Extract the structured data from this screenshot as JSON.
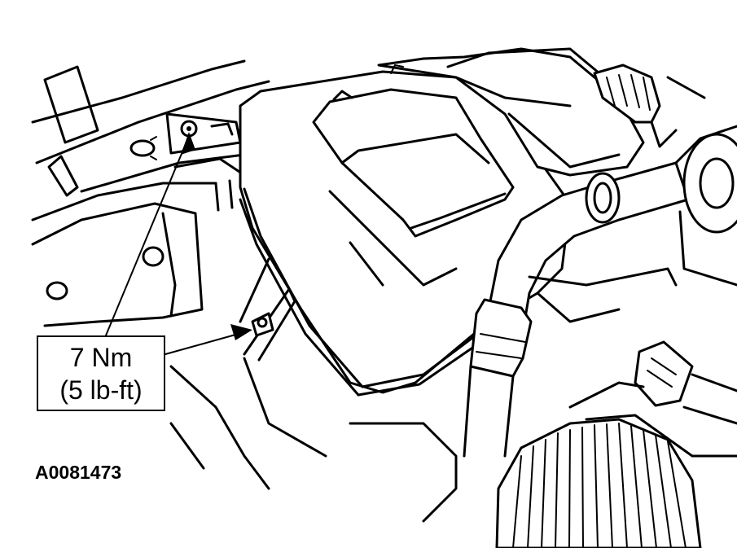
{
  "callout": {
    "torque_nm": "7 Nm",
    "torque_lbft": "(5 lb-ft)"
  },
  "figure_id": "A0081473"
}
